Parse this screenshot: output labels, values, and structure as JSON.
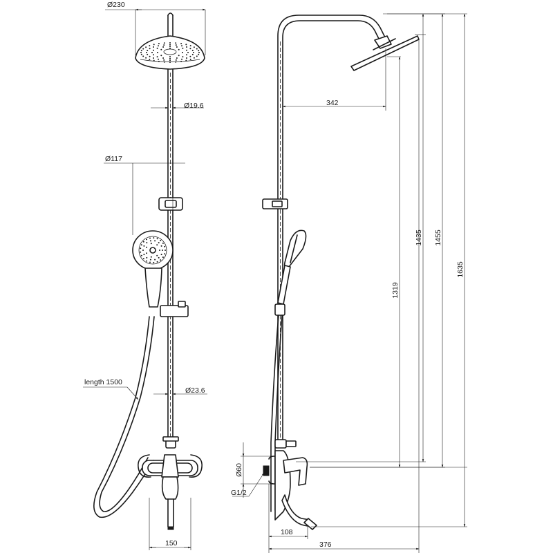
{
  "front_view": {
    "overhead_diameter": "Ø230",
    "rail_diameter": "Ø19.6",
    "hand_shower_diameter": "Ø117",
    "pipe_diameter": "Ø23.6",
    "hose_length": "length 1500",
    "mixer_width": "150"
  },
  "side_view": {
    "arm_reach": "342",
    "height_head_face": "1319",
    "height_head": "1435",
    "height_arm": "1455",
    "height_total": "1635",
    "flange_diameter": "Ø60",
    "inlet_thread": "G1/2",
    "spout_reach": "108",
    "total_depth": "376"
  }
}
